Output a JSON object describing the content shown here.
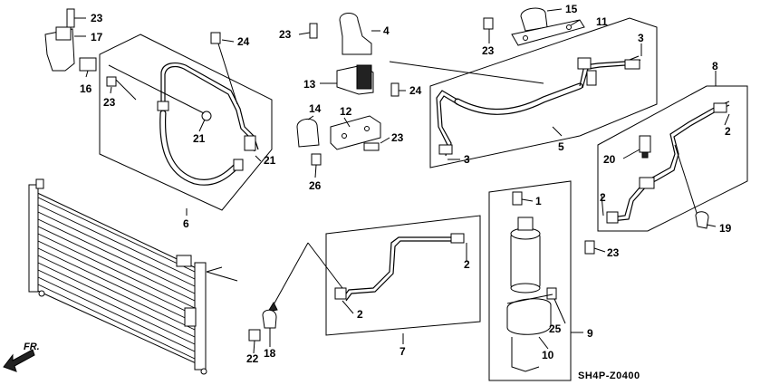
{
  "diagram_code": "SH4P-Z0400",
  "direction_label": "FR.",
  "callouts": {
    "c1": "1",
    "c2a": "2",
    "c2b": "2",
    "c2c": "2",
    "c2d": "2",
    "c3a": "3",
    "c3b": "3",
    "c4": "4",
    "c5": "5",
    "c6": "6",
    "c7": "7",
    "c8": "8",
    "c9": "9",
    "c10": "10",
    "c11": "11",
    "c12": "12",
    "c13": "13",
    "c14": "14",
    "c15": "15",
    "c16": "16",
    "c17": "17",
    "c18": "18",
    "c19": "19",
    "c20": "20",
    "c21a": "21",
    "c21b": "21",
    "c22": "22",
    "c23a": "23",
    "c23b": "23",
    "c23c": "23",
    "c23d": "23",
    "c23e": "23",
    "c23f": "23",
    "c24a": "24",
    "c24b": "24",
    "c25": "25",
    "c26": "26"
  }
}
